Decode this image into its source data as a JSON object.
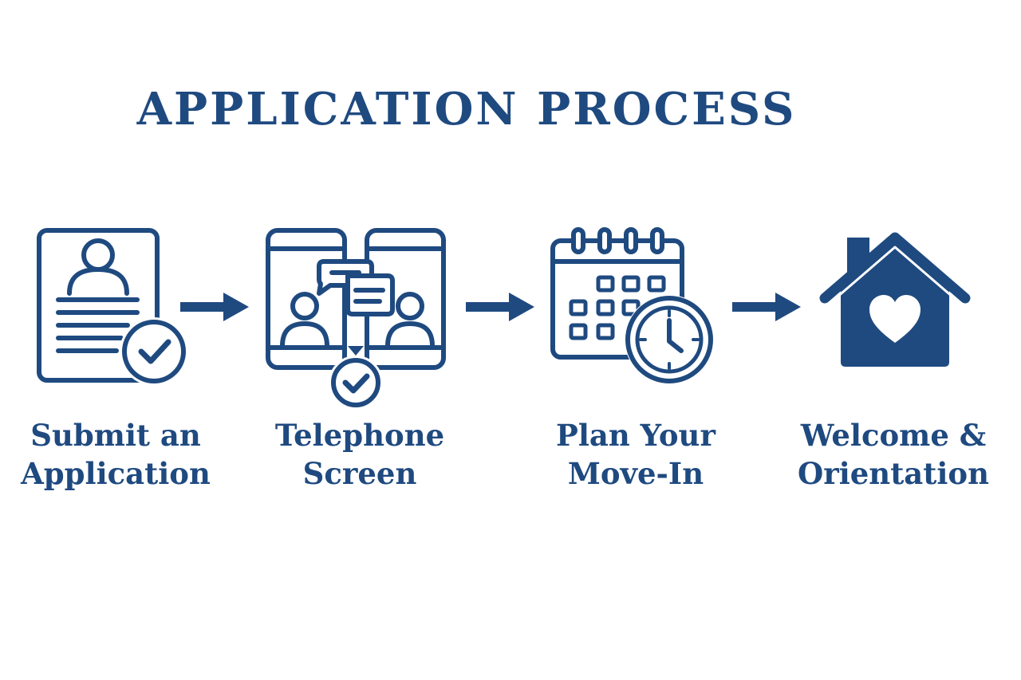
{
  "title": "APPLICATION PROCESS",
  "colors": {
    "primary": "#1f4a80",
    "background": "#ffffff"
  },
  "steps": [
    {
      "icon": "application-form-check-icon",
      "label_line1": "Submit an",
      "label_line2": "Application"
    },
    {
      "icon": "phone-video-call-check-icon",
      "label_line1": "Telephone",
      "label_line2": "Screen"
    },
    {
      "icon": "calendar-clock-icon",
      "label_line1": "Plan Your",
      "label_line2": "Move-In"
    },
    {
      "icon": "house-heart-icon",
      "label_line1": "Welcome &",
      "label_line2": "Orientation"
    }
  ],
  "connector_icon": "arrow-right-icon"
}
